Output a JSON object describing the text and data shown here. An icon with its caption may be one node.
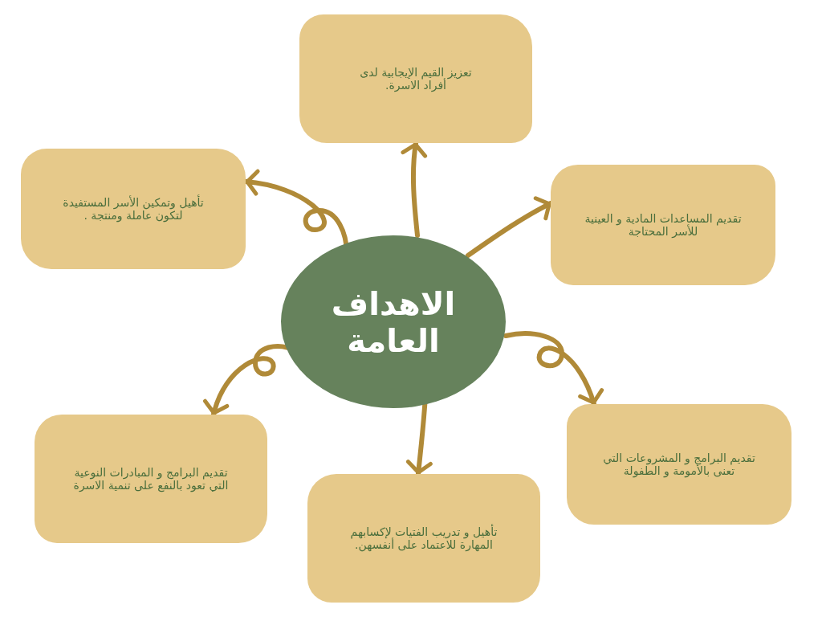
{
  "diagram": {
    "nodes": [
      {
        "text": [
          "الاهداف العامة"
        ]
      },
      {
        "text": [
          "تعزيز القيم الإيجابية لدى أفراد الاسرة."
        ]
      },
      {
        "text": [
          "تقديم المساعدات المادية و العينية للأسر المحتاجة"
        ]
      },
      {
        "text": [
          "تقديم البرامج و المشروعات التي تعنى بالأمومة و الطفولة"
        ]
      },
      {
        "text": [
          "تأهيل و تدريب الفتيات لإكسابهم المهارة للاعتماد على أنفسهن."
        ]
      },
      {
        "text": [
          "تقديم البرامج و المبادرات النوعية التي تعود بالنفع على تنمية الاسرة"
        ]
      },
      {
        "text": [
          "تأهيل وتمكين الأسر المستفيدة لتكون عاملة ومنتجة ."
        ]
      }
    ],
    "edges": [
      {
        "from": 0,
        "to": 1,
        "arrow": "to"
      },
      {
        "from": 0,
        "to": 2,
        "arrow": "to"
      },
      {
        "from": 0,
        "to": 3,
        "arrow": "to"
      },
      {
        "from": 0,
        "to": 4,
        "arrow": "to"
      },
      {
        "from": 0,
        "to": 5,
        "arrow": "to"
      },
      {
        "from": 0,
        "to": 6,
        "arrow": "to"
      }
    ]
  }
}
